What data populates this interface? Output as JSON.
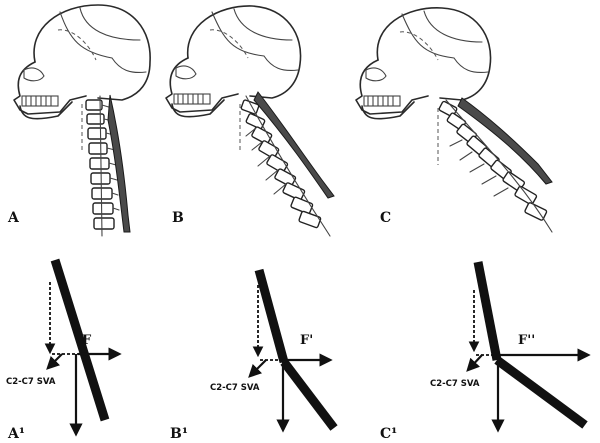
{
  "panels": {
    "top": [
      {
        "label": "A"
      },
      {
        "label": "B"
      },
      {
        "label": "C"
      }
    ],
    "bottom": [
      {
        "label": "A¹",
        "force": "F",
        "sva": "C2-C7 SVA"
      },
      {
        "label": "B¹",
        "force": "F'",
        "sva": "C2-C7 SVA"
      },
      {
        "label": "C¹",
        "force": "F''",
        "sva": "C2-C7 SVA"
      }
    ]
  },
  "colors": {
    "ink": "#111111",
    "muscle": "#4a4a4a",
    "background": "#ffffff"
  }
}
